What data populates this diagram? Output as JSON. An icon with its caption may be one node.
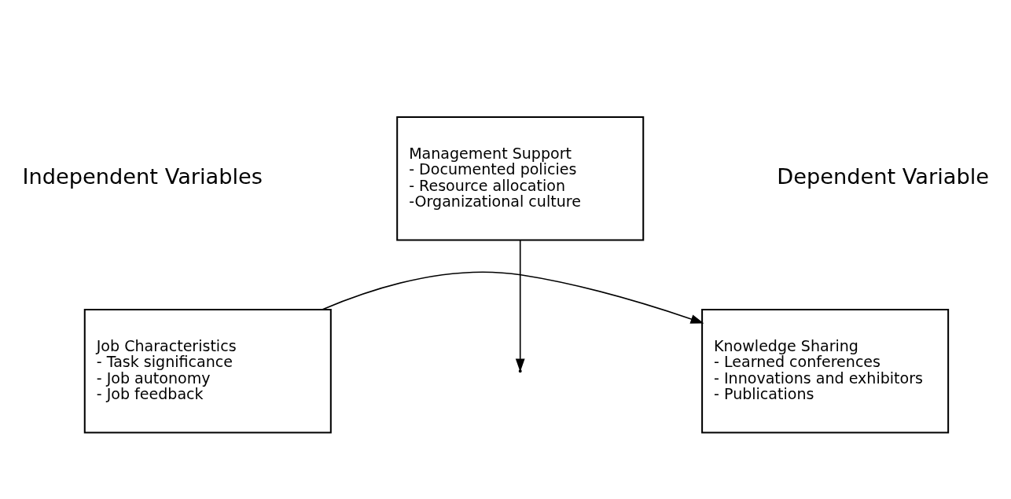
{
  "diagram": {
    "nodes": [
      {
        "text": [
          "Job Characteristics",
          "- Task significance",
          "- Job autonomy",
          "- Job feedback"
        ]
      },
      {
        "text": [
          "Knowledge Sharing",
          "- Learned conferences",
          "- Innovations and exhibitors",
          "- Publications"
        ]
      },
      {
        "text": [
          "Management Support",
          "- Documented policies",
          "- Resource allocation",
          "-Organizational culture"
        ]
      }
    ],
    "edges": [
      {
        "from": 0,
        "to": 1,
        "arrow": "to"
      },
      {
        "from": 2,
        "to": null,
        "arrow": "to"
      }
    ],
    "labels": [
      "Independent Variables",
      "Dependent Variable"
    ]
  }
}
